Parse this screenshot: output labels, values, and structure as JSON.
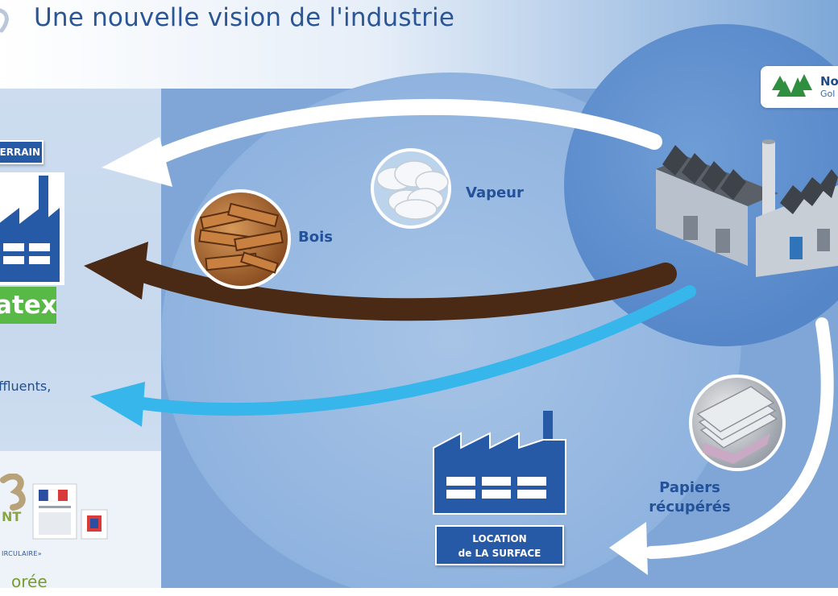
{
  "title": "Une nouvelle vision de l'industrie",
  "labels": {
    "vapeur": "Vapeur",
    "bois": "Bois",
    "papiers_line1": "Papiers",
    "papiers_line2": "récupérés",
    "effluents": "ffluents,",
    "terrain": "ERRAIN",
    "location_line1": "LOCATION",
    "location_line2": "de LA SURFACE",
    "company_badge": "atex"
  },
  "brand": {
    "name": "No",
    "subtitle": "Gol"
  },
  "partners": {
    "fragment_nt": "NT",
    "circular": "IRCULAIRE»",
    "oree": "orée"
  },
  "colors": {
    "title": "#2a5596",
    "vapeur_arrow": "#ffffff",
    "bois_arrow": "#4a2a14",
    "effluents_arrow": "#36b6ea",
    "papiers_arrow": "#ffffff",
    "label_blue": "#23529b",
    "box_blue": "#275aa6",
    "badge_green": "#58b947"
  },
  "icons": [
    "cloud-icon",
    "wood-logs-icon",
    "paper-stack-icon",
    "factory-icon",
    "paper-mill-icon",
    "leaf-logo-icon"
  ]
}
